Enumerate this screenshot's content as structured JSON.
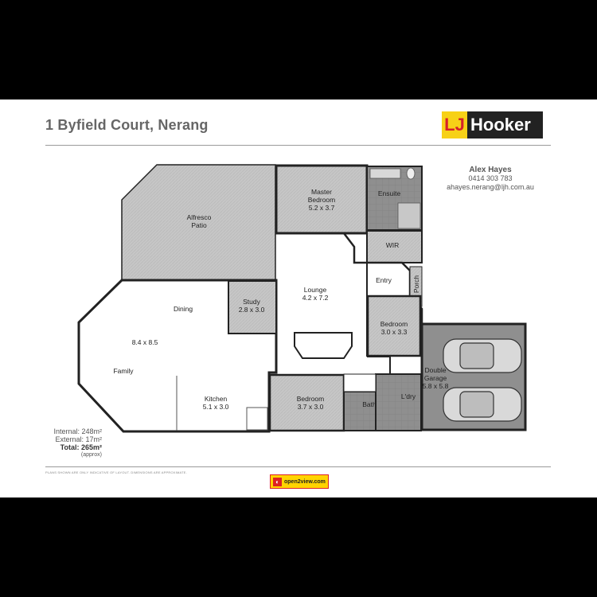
{
  "header": {
    "title": "1 Byfield Court, Nerang",
    "logo": {
      "mark": "LJ",
      "name": "Hooker"
    }
  },
  "agent": {
    "name": "Alex Hayes",
    "phone": "0414 303 783",
    "email": "ahayes.nerang@ljh.com.au"
  },
  "rooms": {
    "alfresco": {
      "line1": "Alfresco",
      "line2": "Patio"
    },
    "master": {
      "line1": "Master",
      "line2": "Bedroom",
      "dims": "5.2 x 3.7"
    },
    "ensuite": {
      "line1": "Ensuite"
    },
    "wir": {
      "line1": "WIR"
    },
    "entry": {
      "line1": "Entry"
    },
    "porch": {
      "line1": "Porch"
    },
    "lounge": {
      "line1": "Lounge",
      "dims": "4.2 x 7.2"
    },
    "study": {
      "line1": "Study",
      "dims": "2.8 x 3.0"
    },
    "dining": {
      "line1": "Dining"
    },
    "family_dims": {
      "line1": "8.4 x 8.5"
    },
    "family": {
      "line1": "Family"
    },
    "kitchen": {
      "line1": "Kitchen",
      "dims": "5.1 x 3.0"
    },
    "bedroom2": {
      "line1": "Bedroom",
      "dims": "3.0 x 3.3"
    },
    "bedroom3": {
      "line1": "Bedroom",
      "dims": "3.7 x 3.0"
    },
    "bath": {
      "line1": "Bath"
    },
    "laundry": {
      "line1": "L'dry"
    },
    "garage": {
      "line1": "Double",
      "line2": "Garage",
      "dims": "5.8 x 5.8"
    }
  },
  "areas": {
    "internal": "Internal: 248m²",
    "external": "External: 17m²",
    "total": "Total: 265m²",
    "approx": "(approx)"
  },
  "footer": {
    "disclaimer": "PLANS SHOWN ARE ONLY INDICATIVE OF LAYOUT. DIMENSIONS ARE APPROXIMATE.",
    "badge": "open2view.com"
  },
  "colors": {
    "wall": "#222222",
    "hatch_fill": "#c8c8c8",
    "tile_fill": "#8e8e8e",
    "garage_fill": "#8e8e8e",
    "logo_yellow": "#f7d117",
    "logo_red": "#d6202a"
  }
}
